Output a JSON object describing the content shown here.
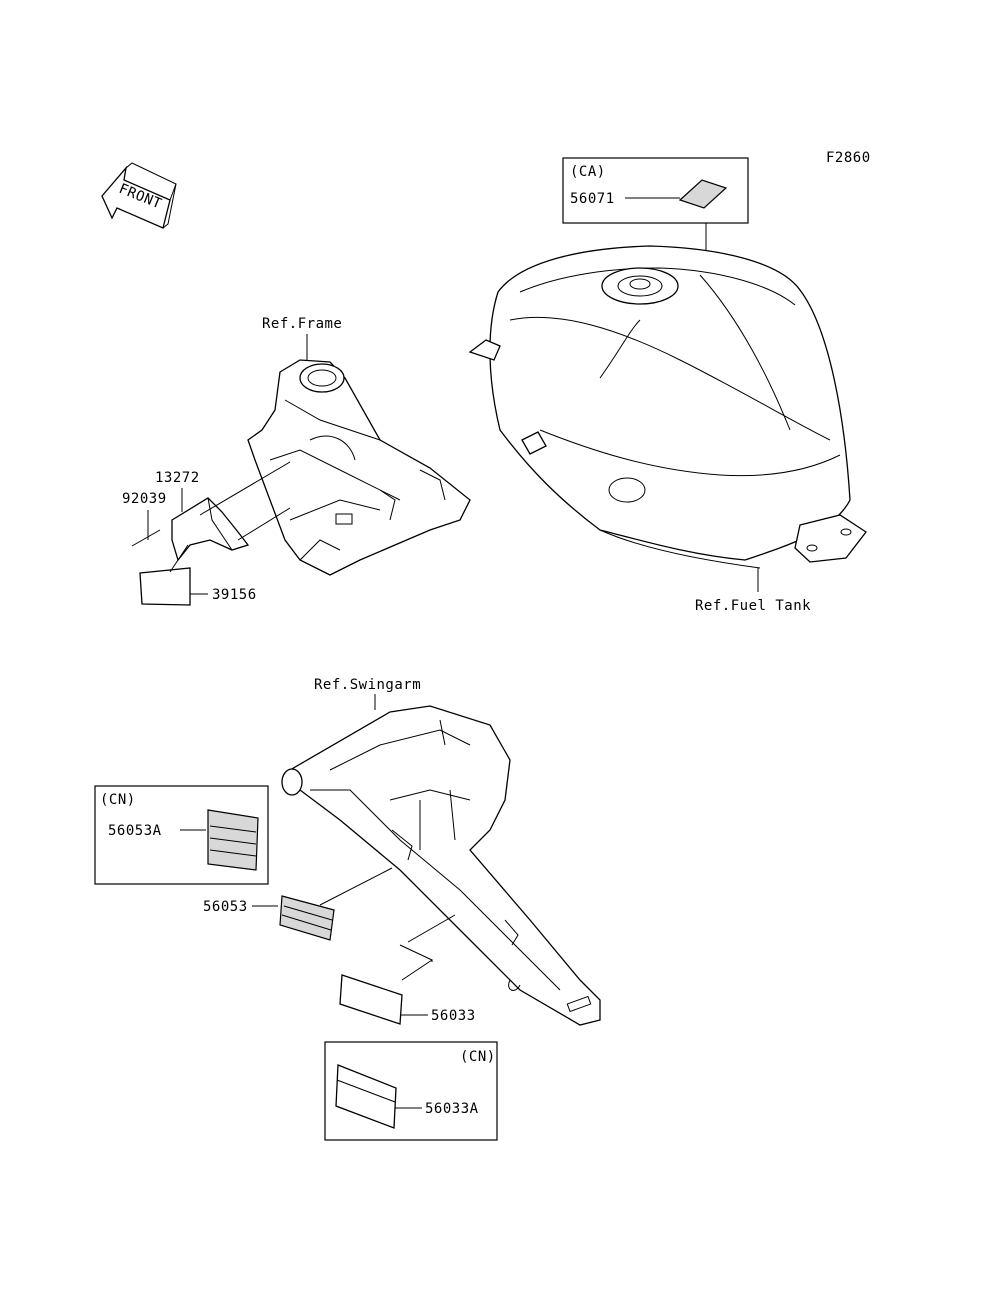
{
  "diagram_id": "F2860",
  "front_arrow_label": "FRONT",
  "references": {
    "frame": "Ref.Frame",
    "fuel_tank": "Ref.Fuel Tank",
    "swingarm": "Ref.Swingarm"
  },
  "regions": {
    "ca": "(CA)",
    "cn_top": "(CN)",
    "cn_bottom": "(CN)"
  },
  "parts": {
    "p56071": "56071",
    "p13272": "13272",
    "p92039": "92039",
    "p39156": "39156",
    "p56053A": "56053A",
    "p56053": "56053",
    "p56033": "56033",
    "p56033A": "56033A"
  }
}
